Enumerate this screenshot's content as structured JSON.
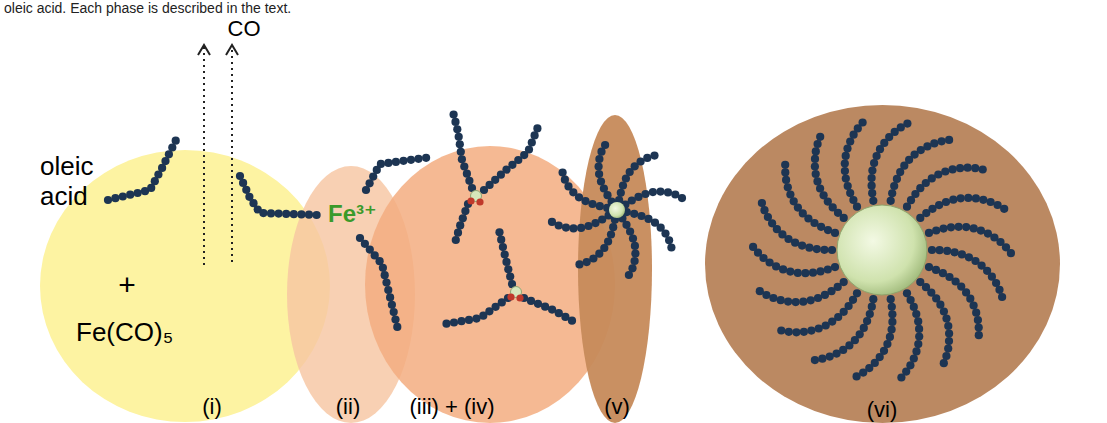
{
  "diagram": {
    "caption": "oleic acid. Each phase is described in the text.",
    "nodes": [
      {
        "text": [
          "oleic acid",
          "+",
          "Fe(CO)₅",
          "(i)"
        ]
      },
      {
        "text": [
          "Fe³⁺",
          "(ii)"
        ]
      },
      {
        "text": [
          "(iii) + (iv)"
        ]
      },
      {
        "text": [
          "(v)"
        ]
      },
      {
        "text": [
          "(vi)"
        ]
      }
    ],
    "labels": [
      "CO"
    ]
  }
}
